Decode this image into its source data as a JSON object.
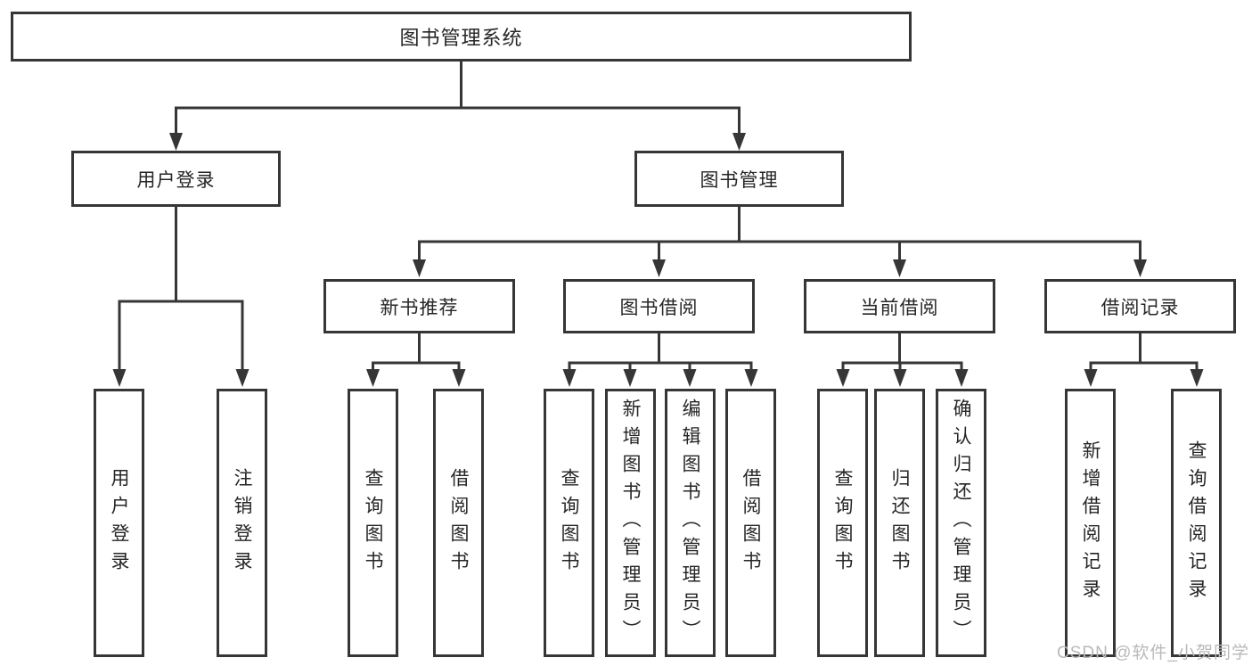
{
  "watermark": "CSDN @软件_小贺同学",
  "colors": {
    "line": "#363636",
    "box_border": "#363636",
    "text": "#262626",
    "background": "#ffffff",
    "watermark_text": "#b9b9b9"
  },
  "tree": {
    "label": "图书管理系统",
    "children": [
      {
        "label": "用户登录",
        "children": [
          {
            "label": "用户登录"
          },
          {
            "label": "注销登录"
          }
        ]
      },
      {
        "label": "图书管理",
        "children": [
          {
            "label": "新书推荐",
            "children": [
              {
                "label": "查询图书"
              },
              {
                "label": "借阅图书"
              }
            ]
          },
          {
            "label": "图书借阅",
            "children": [
              {
                "label": "查询图书"
              },
              {
                "label": "新增图书（管理员）"
              },
              {
                "label": "编辑图书（管理员）"
              },
              {
                "label": "借阅图书"
              }
            ]
          },
          {
            "label": "当前借阅",
            "children": [
              {
                "label": "查询图书"
              },
              {
                "label": "归还图书"
              },
              {
                "label": "确认归还（管理员）"
              }
            ]
          },
          {
            "label": "借阅记录",
            "children": [
              {
                "label": "新增借阅记录"
              },
              {
                "label": "查询借阅记录"
              }
            ]
          }
        ]
      }
    ]
  }
}
